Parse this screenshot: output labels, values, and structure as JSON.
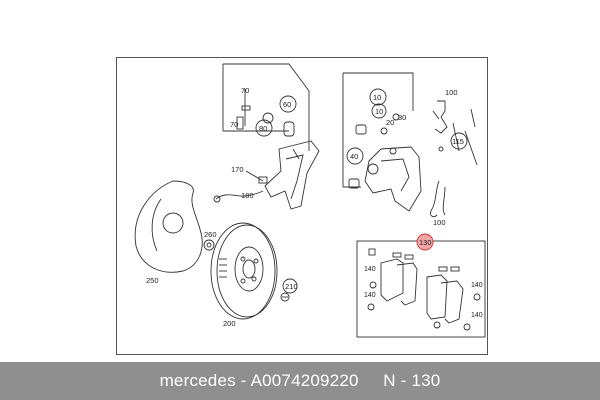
{
  "diagram": {
    "labels": {
      "l10a": "10",
      "l10b": "10",
      "l20": "20",
      "l30": "30",
      "l40": "40",
      "l60": "60",
      "l70a": "70",
      "l70b": "70",
      "l80": "80",
      "l100a": "100",
      "l100b": "100",
      "l115": "115",
      "l130": "130",
      "l140a": "140",
      "l140b": "140",
      "l140c": "140",
      "l140d": "140",
      "l170": "170",
      "l180": "180",
      "l200": "200",
      "l210": "210",
      "l250": "250",
      "l260": "260"
    },
    "colors": {
      "line": "#333333",
      "callout_highlight": "#f4a6a6",
      "caption_bg": "#8f8f8f",
      "caption_text": "#ffffff"
    }
  },
  "caption": {
    "text": "mercedes - A0074209220     N - 130"
  }
}
